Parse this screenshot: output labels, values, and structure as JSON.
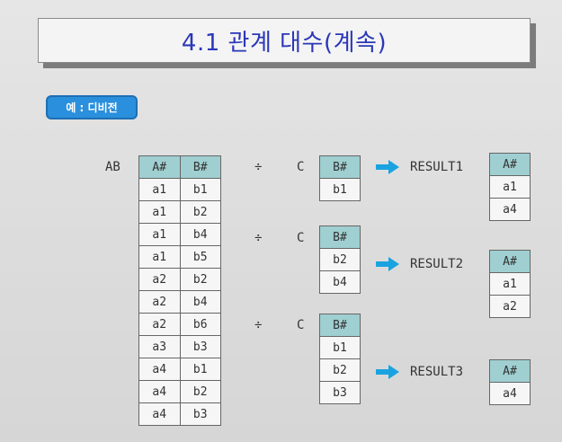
{
  "title": "4.1 관계 대수(계속)",
  "badge": "예 : 디비전",
  "ab": {
    "label": "AB",
    "headers": [
      "A#",
      "B#"
    ],
    "rows": [
      [
        "a1",
        "b1"
      ],
      [
        "a1",
        "b2"
      ],
      [
        "a1",
        "b4"
      ],
      [
        "a1",
        "b5"
      ],
      [
        "a2",
        "b2"
      ],
      [
        "a2",
        "b4"
      ],
      [
        "a2",
        "b6"
      ],
      [
        "a3",
        "b3"
      ],
      [
        "a4",
        "b1"
      ],
      [
        "a4",
        "b2"
      ],
      [
        "a4",
        "b3"
      ]
    ]
  },
  "operator": "÷",
  "divisions": [
    {
      "c_label": "C",
      "c_header": "B#",
      "c_rows": [
        "b1"
      ],
      "result_label": "RESULT1",
      "result_header": "A#",
      "result_rows": [
        "a1",
        "a4"
      ]
    },
    {
      "c_label": "C",
      "c_header": "B#",
      "c_rows": [
        "b2",
        "b4"
      ],
      "result_label": "RESULT2",
      "result_header": "A#",
      "result_rows": [
        "a1",
        "a2"
      ]
    },
    {
      "c_label": "C",
      "c_header": "B#",
      "c_rows": [
        "b1",
        "b2",
        "b3"
      ],
      "result_label": "RESULT3",
      "result_header": "A#",
      "result_rows": [
        "a4"
      ]
    }
  ],
  "colors": {
    "title": "#2b37b8",
    "badge": "#2a8fdc",
    "header_cell": "#9fcfd1",
    "arrow": "#1aa3e0"
  }
}
